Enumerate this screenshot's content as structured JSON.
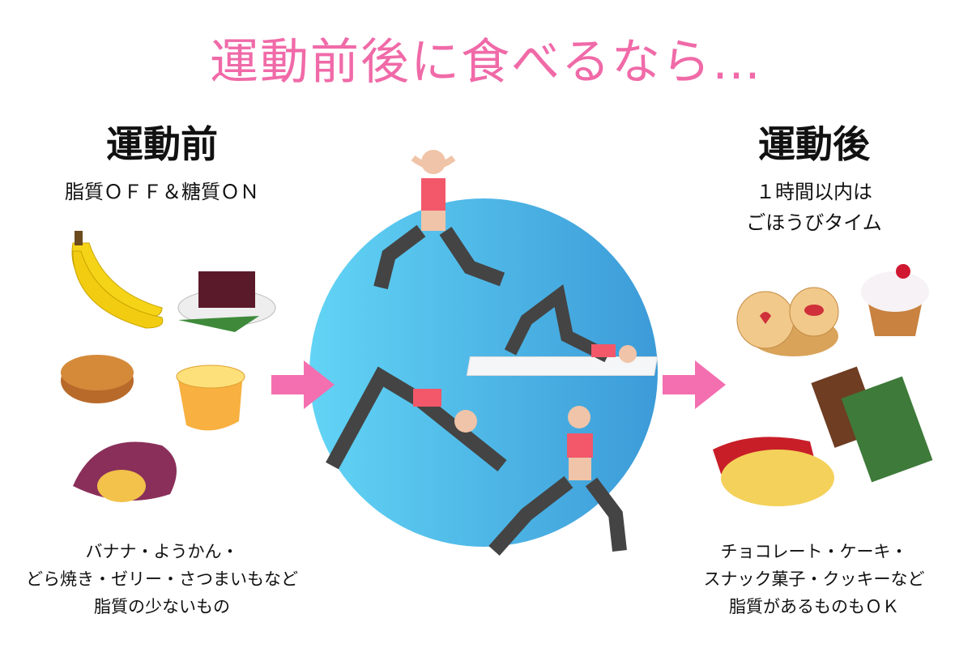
{
  "title": "運動前後に食べるなら…",
  "before": {
    "heading": "運動前",
    "subtitle": "脂質ＯＦＦ＆糖質ＯＮ",
    "description": [
      "バナナ・ようかん・",
      "どら焼き・ゼリー・さつまいもなど",
      "脂質の少ないもの"
    ]
  },
  "after": {
    "heading": "運動後",
    "subtitle": [
      "１時間以内は",
      "ごほうびタイム"
    ],
    "description": [
      "チョコレート・ケーキ・",
      "スナック菓子・クッキーなど",
      "脂質があるものもＯＫ"
    ]
  },
  "colors": {
    "title": "#f06aa8",
    "arrow": "#f36fb0",
    "circle_light": "#62d4f5",
    "circle_dark": "#3c9bd8"
  }
}
